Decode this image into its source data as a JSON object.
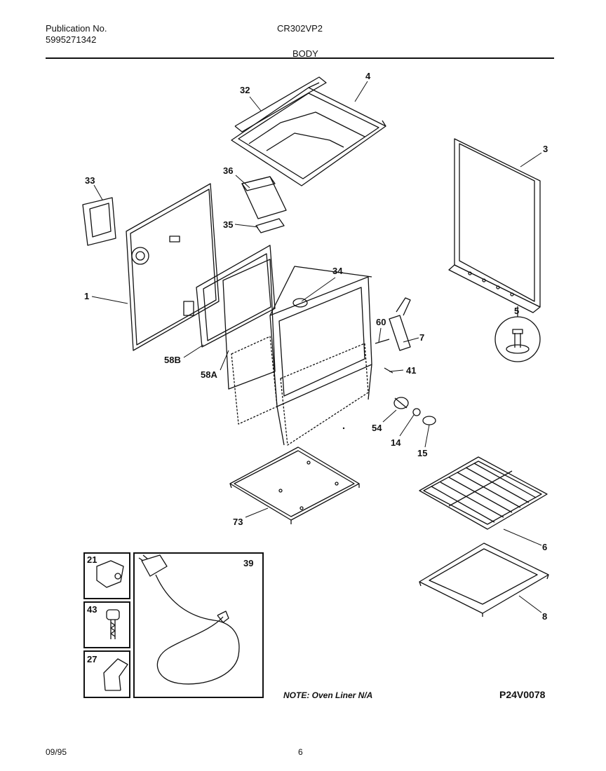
{
  "header": {
    "publication_label": "Publication No.",
    "publication_number": "5995271342",
    "model": "CR302VP2",
    "section": "BODY"
  },
  "callouts": [
    "32",
    "4",
    "3",
    "33",
    "36",
    "35",
    "34",
    "1",
    "58B",
    "58A",
    "60",
    "7",
    "41",
    "5",
    "54",
    "14",
    "15",
    "73",
    "6",
    "8",
    "21",
    "39",
    "43",
    "27"
  ],
  "footer": {
    "note": "NOTE: Oven Liner N/A",
    "code": "P24V0078",
    "date": "09/95",
    "page": "6"
  }
}
